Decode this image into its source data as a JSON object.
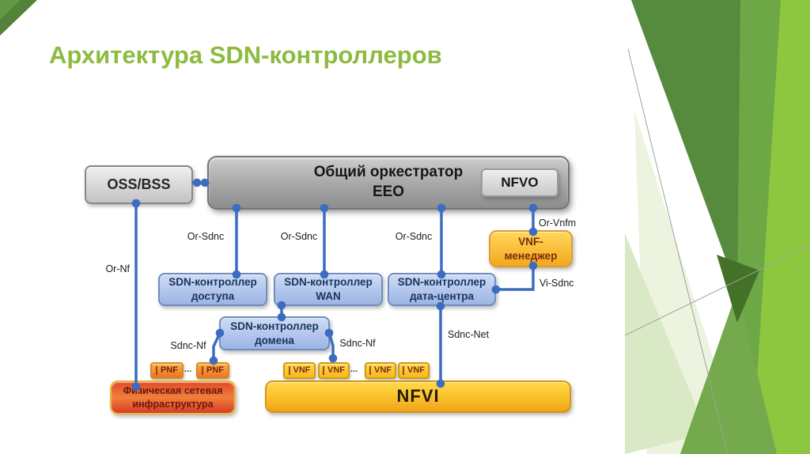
{
  "slide": {
    "title": "Архитектура SDN-контроллеров"
  },
  "colors": {
    "title_green": "#8cbb40",
    "line_blue": "#3c6cc0",
    "controller_text": "#16345e",
    "warm_text": "#7c2a10",
    "bright_green": "#8dc63f",
    "medium_green": "#6da746",
    "dark_green": "#568a3c",
    "pale_green": "#d9e9c5"
  },
  "diagram": {
    "oss_label": "OSS/BSS",
    "orchestrator_line1": "Общий оркестратор",
    "orchestrator_line2": "ЕЕО",
    "nfvo_label": "NFVO",
    "vnf_manager_line1": "VNF-",
    "vnf_manager_line2": "менеджер",
    "ctrl_access_line1": "SDN-контроллер",
    "ctrl_access_line2": "доступа",
    "ctrl_wan_line1": "SDN-контроллер",
    "ctrl_wan_line2": "WAN",
    "ctrl_dc_line1": "SDN-контроллер",
    "ctrl_dc_line2": "дата-центра",
    "ctrl_domain_line1": "SDN-контроллер",
    "ctrl_domain_line2": "домена",
    "pnf_labels": [
      "PNF",
      "PNF"
    ],
    "pnf_ellipsis": "...",
    "vnf_labels": [
      "VNF",
      "VNF",
      "VNF",
      "VNF"
    ],
    "vnf_ellipsis": "...",
    "phys_line1": "Физическая сетевая",
    "phys_line2": "инфраструктура",
    "nfvi_label": "NFVI",
    "links": {
      "or_nf": "Or-Nf",
      "or_sdnc_access": "Or-Sdnc",
      "or_sdnc_wan": "Or-Sdnc",
      "or_sdnc_dc": "Or-Sdnc",
      "or_vnfm": "Or-Vnfm",
      "vi_sdnc": "Vi-Sdnc",
      "sdnc_nf_left": "Sdnc-Nf",
      "sdnc_nf_right": "Sdnc-Nf",
      "sdnc_net": "Sdnc-Net"
    }
  }
}
